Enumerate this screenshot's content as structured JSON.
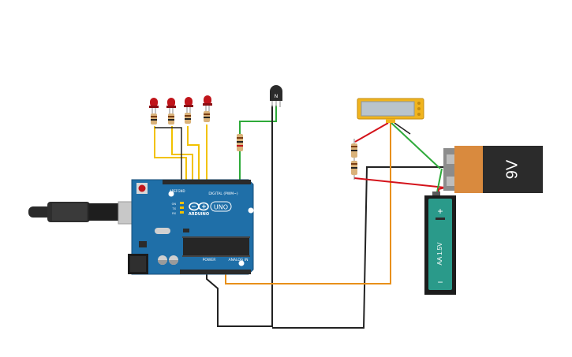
{
  "arduino": {
    "brand": "ARDUINO",
    "model": "UNO",
    "digital_label": "DIGITAL (PWM~)",
    "power_label": "POWER",
    "analog_label": "ANALOG IN",
    "on_label": "ON",
    "tx_label": "TX",
    "rx_label": "RX",
    "aref_label": "AREF",
    "gnd_label": "GND"
  },
  "battery_9v": {
    "label": "9V"
  },
  "battery_aa": {
    "plus": "+",
    "minus": "−",
    "label": "AA 1.5V"
  },
  "transistor": {
    "label": "N"
  },
  "colors": {
    "board": "#1f6fa8",
    "board_dark": "#184f78",
    "led_red": "#c0141a",
    "wire_yellow": "#f2c200",
    "wire_green": "#2eaa3a",
    "wire_red": "#d4131b",
    "wire_black": "#222222",
    "wire_orange": "#e8901a",
    "lcd_frame": "#f0b41e",
    "lcd_screen": "#b9c4cc",
    "battery_copper": "#d98a3e",
    "battery_aa_body": "#2a9a8a",
    "usb_metal": "#c8c8c8"
  }
}
